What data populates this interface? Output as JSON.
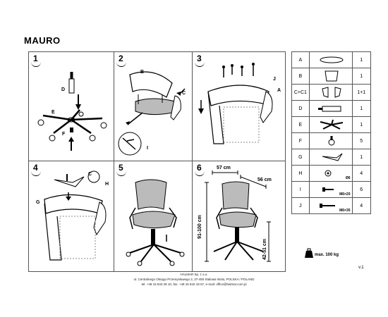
{
  "title": "MAURO",
  "steps": [
    "1",
    "2",
    "3",
    "4",
    "5",
    "6"
  ],
  "step_labels": {
    "s1": [
      "D",
      "E",
      "F"
    ],
    "s2": [
      "B",
      "C",
      "I"
    ],
    "s3": [
      "J",
      "A"
    ],
    "s4": [
      "G",
      "C",
      "H"
    ]
  },
  "dimensions": {
    "width": "57 cm",
    "depth": "56 cm",
    "height": "91-100 cm",
    "seat_height": "42-51 cm"
  },
  "parts": [
    {
      "code": "A",
      "qty": "1",
      "icon": "seat-cushion-icon"
    },
    {
      "code": "B",
      "qty": "1",
      "icon": "backrest-icon"
    },
    {
      "code": "C+C1",
      "qty": "1+1",
      "icon": "armrest-icon"
    },
    {
      "code": "D",
      "qty": "1",
      "icon": "gas-lift-icon"
    },
    {
      "code": "E",
      "qty": "1",
      "icon": "base-star-icon"
    },
    {
      "code": "F",
      "qty": "5",
      "icon": "caster-icon"
    },
    {
      "code": "G",
      "qty": "1",
      "icon": "mechanism-icon"
    },
    {
      "code": "H",
      "qty": "4",
      "icon": "washer-icon",
      "note": "Ø6"
    },
    {
      "code": "I",
      "qty": "6",
      "icon": "bolt-icon",
      "note": "M6×20"
    },
    {
      "code": "J",
      "qty": "4",
      "icon": "bolt-long-icon",
      "note": "M6×35"
    }
  ],
  "max_load": "max. 100 kg",
  "version": "v.1",
  "footer": {
    "company": "HALMAR Sp. z o.o.",
    "address": "ul. Centralnego Okręgu Przemysłowego 2, 37-450 Stalowa Wola, POLSKA / POLAND",
    "contact": "tel. +48 15 843 28 10, fax: +48 15 842 19 57, e-mail: office@halmar.com.pl"
  }
}
